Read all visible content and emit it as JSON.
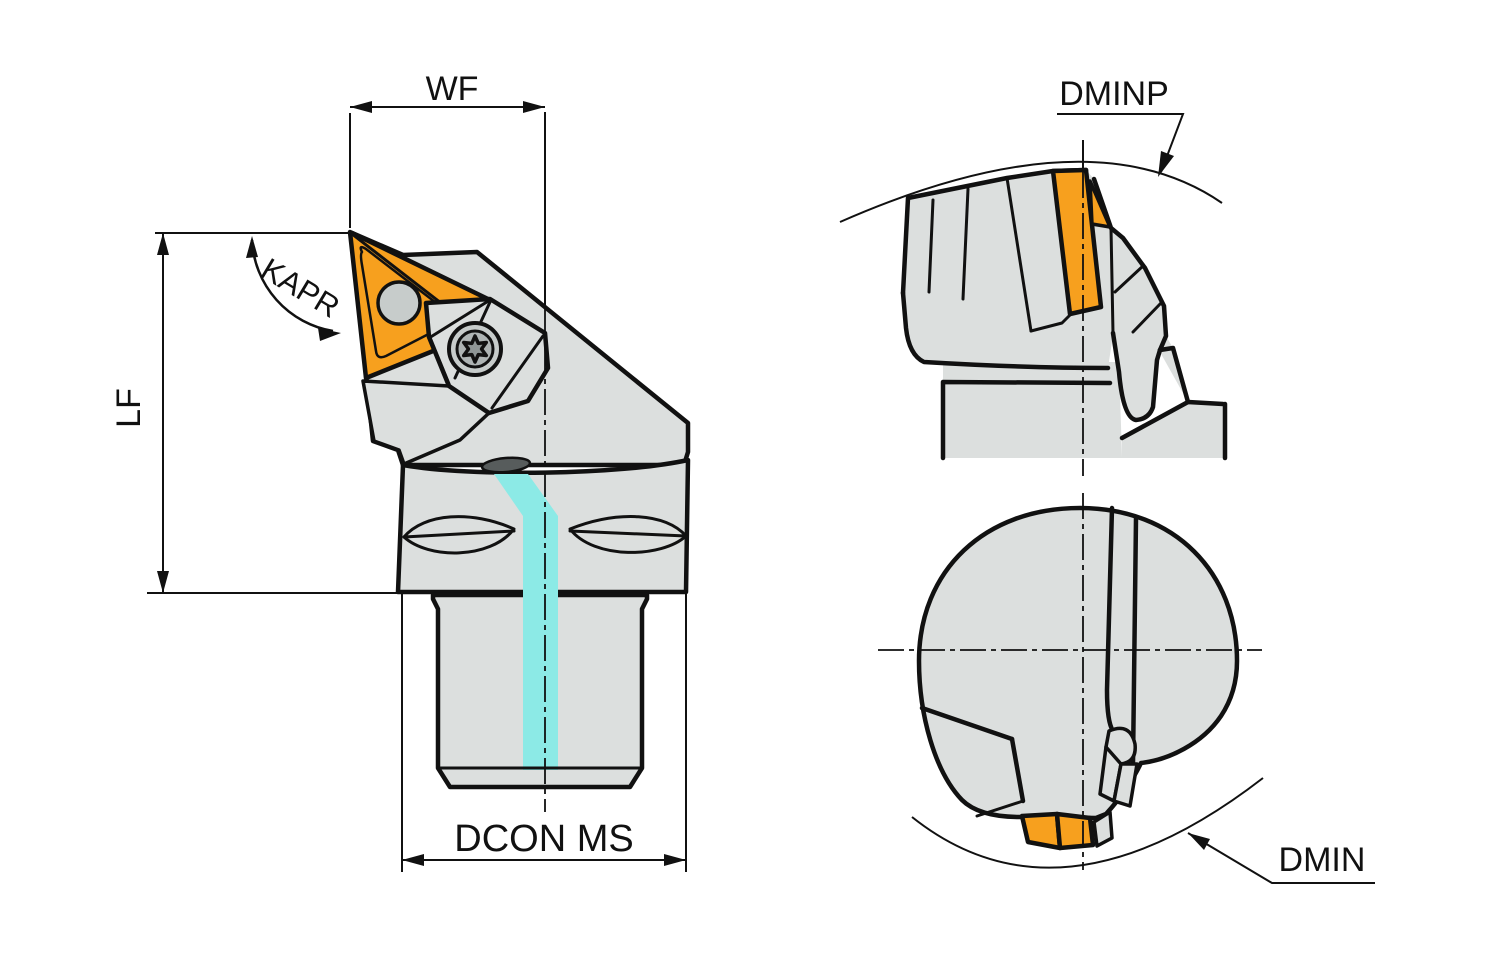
{
  "drawing": {
    "kind": "tool-holder engineering drawing",
    "labels": {
      "wf": "WF",
      "kapr": "KAPR",
      "lf": "LF",
      "dcon_ms": "DCON MS",
      "dminp": "DMINP",
      "dmin": "DMIN"
    }
  },
  "colors": {
    "background": "#ffffff",
    "body_gray": "#dcdfde",
    "insert_orange": "#f7a01e",
    "coolant_cyan": "#8ceae6",
    "slot_dark": "#575c5c",
    "screw_gray": "#c7cccb",
    "screw_inner": "#aeb4b4",
    "torx_gray": "#8f9696",
    "line_black": "#111111"
  }
}
